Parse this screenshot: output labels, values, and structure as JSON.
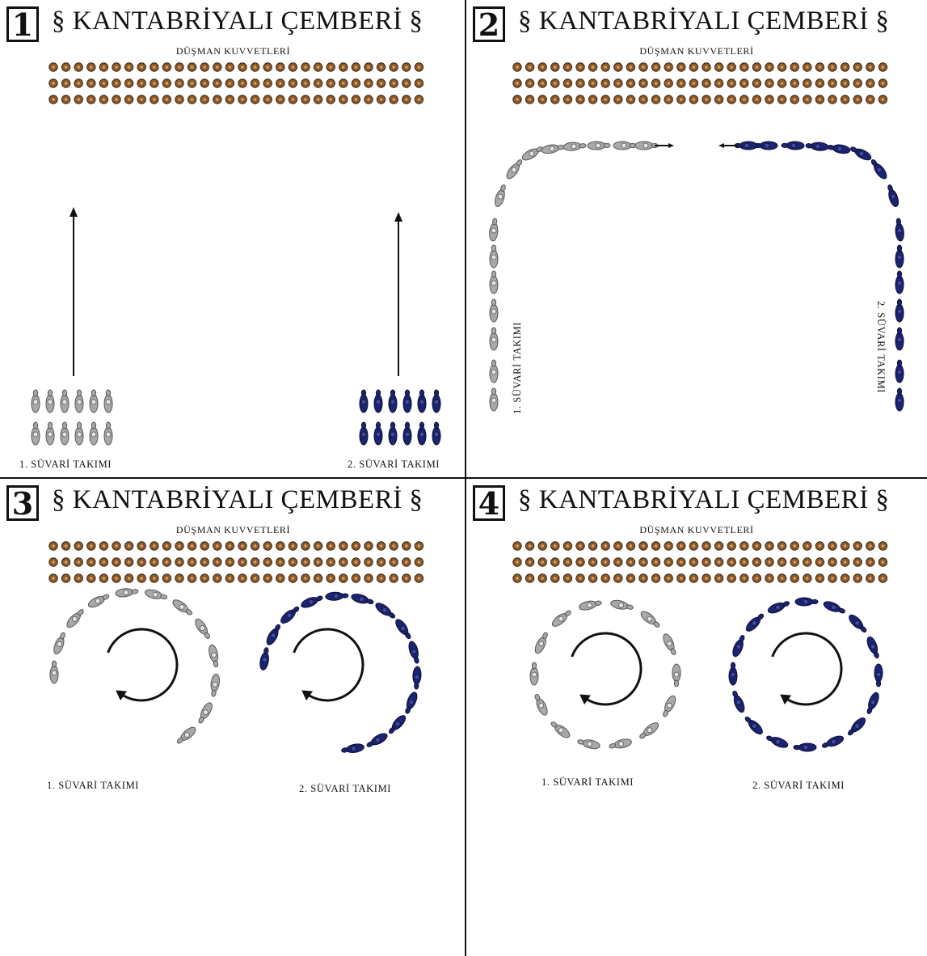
{
  "title": "§ KANTABRİYALI ÇEMBERİ §",
  "enemy_label": "DÜŞMAN KUVVETLERİ",
  "unit1_label": "1. SÜVARİ TAKIMI",
  "unit2_label": "2. SÜVARİ TAKIMI",
  "panels": [
    {
      "number": "1"
    },
    {
      "number": "2"
    },
    {
      "number": "3"
    },
    {
      "number": "4"
    }
  ],
  "colors": {
    "enemy": "#8b5a2b",
    "unit1": "#a9a9a9",
    "unit2": "#1c2470",
    "line": "#111111"
  }
}
